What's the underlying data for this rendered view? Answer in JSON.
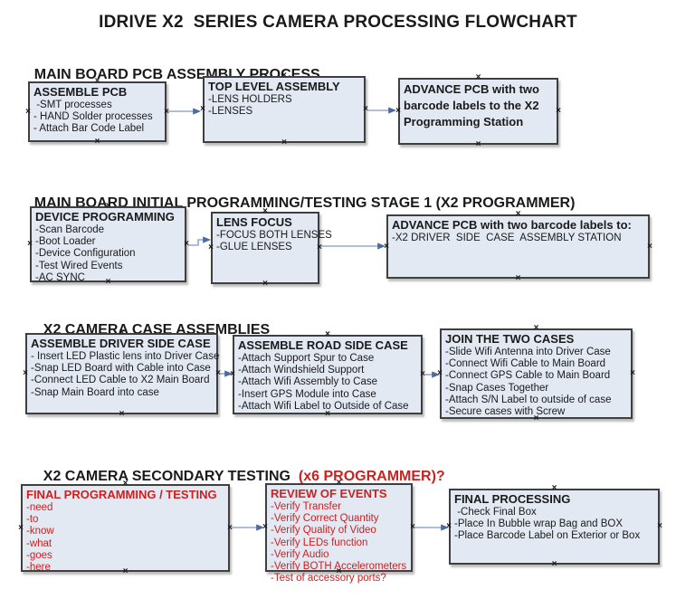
{
  "title": "IDRIVE X2  SERIES CAMERA PROCESSING FLOWCHART",
  "handle_glyph": "×",
  "colors": {
    "box_fill": "#e3e9f3",
    "box_border": "#3f3f3f",
    "arrow_line": "#95a9c9",
    "arrow_head": "#4a69a5",
    "red_text": "#cc2121",
    "black_text": "#1a1a1a"
  },
  "sections": [
    {
      "heading": "MAIN BOARD PCB ASSEMBLY PROCESS",
      "boxes": [
        {
          "title": "ASSEMBLE PCB",
          "items": [
            " -SMT processes",
            "- HAND Solder processes",
            "- Attach Bar Code Label"
          ]
        },
        {
          "title": "TOP LEVEL ASSEMBLY",
          "items": [
            "-LENS HOLDERS",
            "-LENSES"
          ]
        },
        {
          "title": "ADVANCE PCB with two barcode labels to the X2 Programming Station",
          "items": []
        }
      ]
    },
    {
      "heading": "MAIN BOARD INITIAL PROGRAMMING/TESTING STAGE 1 (X2 PROGRAMMER)",
      "boxes": [
        {
          "title": "DEVICE PROGRAMMING",
          "items": [
            "-Scan Barcode",
            "-Boot Loader",
            "-Device Configuration",
            "-Test Wired Events",
            "-AC SYNC"
          ]
        },
        {
          "title": "LENS FOCUS",
          "items": [
            "-FOCUS BOTH LENSES",
            "-GLUE LENSES"
          ]
        },
        {
          "title": "ADVANCE PCB with two barcode labels to:",
          "items": [
            "-X2 DRIVER  SIDE  CASE  ASSEMBLY STATION"
          ]
        }
      ]
    },
    {
      "heading": "X2 CAMERA CASE ASSEMBLIES",
      "boxes": [
        {
          "title": "ASSEMBLE DRIVER SIDE CASE",
          "items": [
            "- Insert LED Plastic lens into Driver Case",
            "-Snap LED Board with Cable into Case",
            "-Connect LED Cable to X2 Main Board",
            "-Snap Main Board into case"
          ]
        },
        {
          "title": "ASSEMBLE ROAD SIDE CASE",
          "items": [
            "-Attach Support Spur to Case",
            "-Attach Windshield Support",
            "-Attach Wifi Assembly to Case",
            "-Insert GPS Module into Case",
            "-Attach Wifi Label to Outside of Case"
          ]
        },
        {
          "title": "JOIN THE TWO CASES",
          "items": [
            "-Slide Wifi Antenna into Driver Case",
            "-Connect Wifi Cable to Main Board",
            "-Connect GPS Cable to Main Board",
            "-Snap Cases Together",
            "-Attach S/N Label to outside of case",
            "-Secure cases with Screw"
          ]
        }
      ]
    },
    {
      "heading": "X2 CAMERA SECONDARY TESTING ",
      "heading_red": " (x6 PROGRAMMER)?",
      "boxes": [
        {
          "title": "FINAL PROGRAMMING / TESTING",
          "items": [
            "-need",
            "-to",
            "-know",
            "-what",
            "-goes",
            "-here"
          ]
        },
        {
          "title": "REVIEW OF EVENTS",
          "items": [
            "-Verify Transfer",
            "-Verify Correct Quantity",
            "-Verify Quality of Video",
            "-Verify LEDs function",
            "-Verify Audio",
            "-Verify BOTH Accelerometers",
            "-Test of accessory ports?"
          ]
        },
        {
          "title": "FINAL PROCESSING",
          "items": [
            " -Check Final Box",
            "-Place In Bubble wrap Bag and BOX",
            "-Place Barcode Label on Exterior or Box"
          ]
        }
      ]
    }
  ]
}
